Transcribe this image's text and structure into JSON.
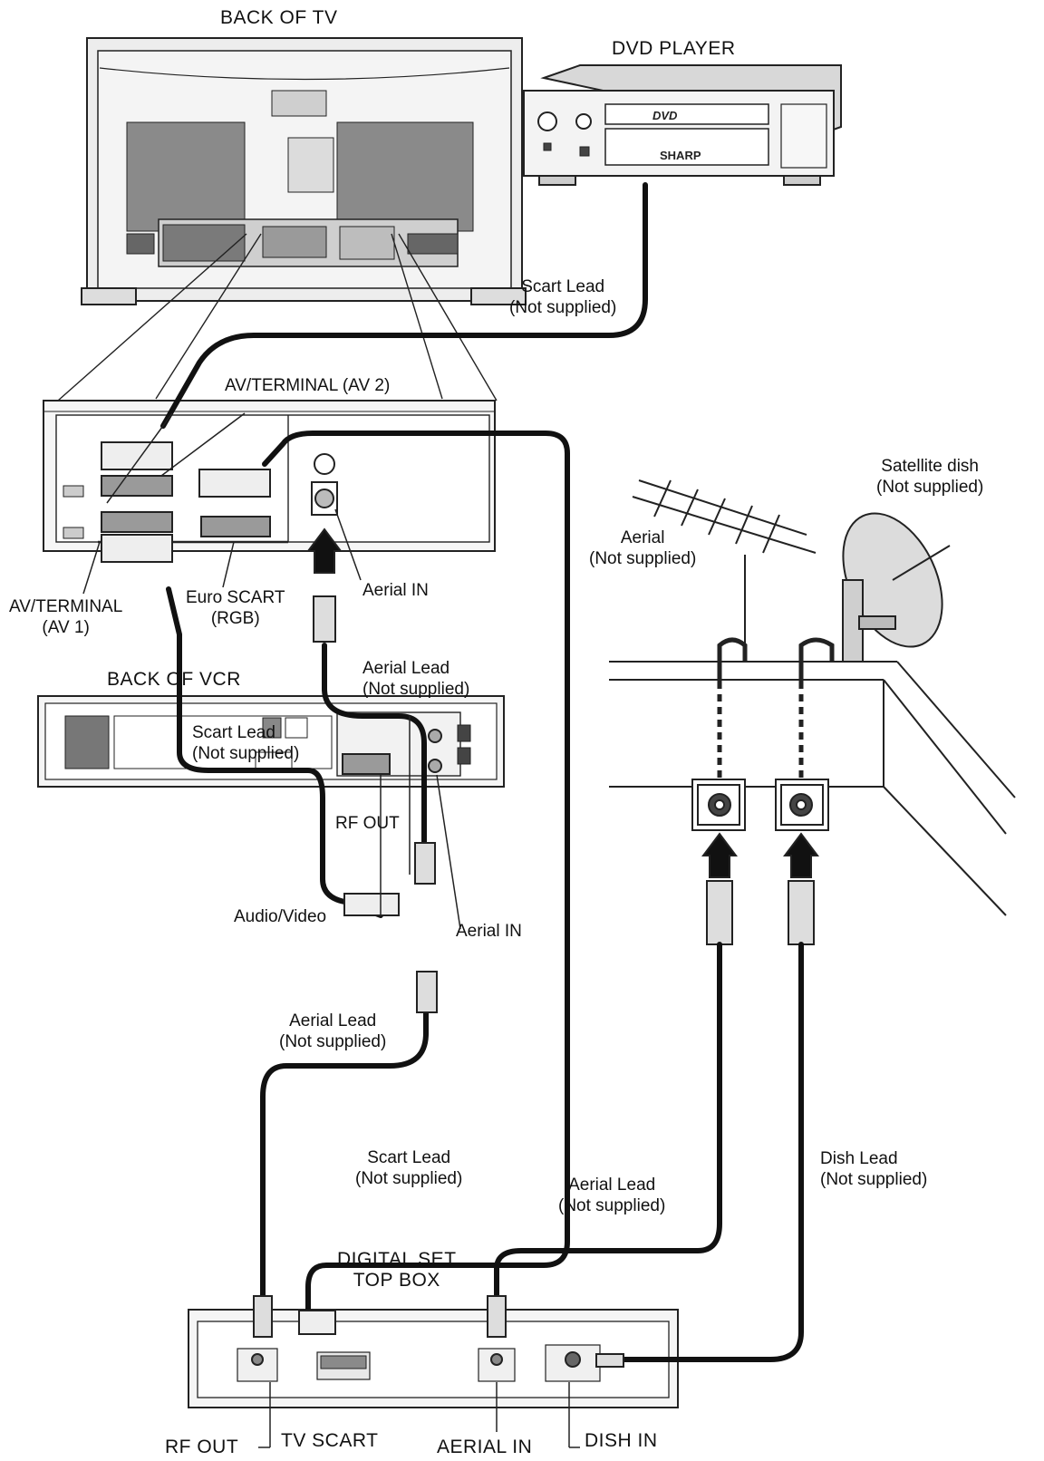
{
  "labels": {
    "back_of_tv": "BACK OF TV",
    "dvd_player": "DVD PLAYER",
    "dvd_logo": "DVD",
    "dvd_brand": "SHARP",
    "scart_lead_1": [
      "Scart Lead",
      "(Not supplied)"
    ],
    "av_terminal_av2": "AV/TERMINAL (AV 2)",
    "av_terminal_av1": [
      "AV/TERMINAL",
      "(AV 1)"
    ],
    "euro_scart": [
      "Euro SCART",
      "(RGB)"
    ],
    "aerial_in_tv": "Aerial IN",
    "aerial_lead_1": [
      "Aerial Lead",
      "(Not supplied)"
    ],
    "scart_lead_2": [
      "Scart Lead",
      "(Not supplied)"
    ],
    "satellite_dish": [
      "Satellite dish",
      "(Not supplied)"
    ],
    "aerial": [
      "Aerial",
      "(Not supplied)"
    ],
    "back_of_vcr": "BACK OF VCR",
    "rf_out_vcr": "RF OUT",
    "audio_video": "Audio/Video",
    "aerial_in_vcr": "Aerial IN",
    "aerial_lead_2": [
      "Aerial Lead",
      "(Not supplied)"
    ],
    "scart_lead_3": [
      "Scart Lead",
      "(Not supplied)"
    ],
    "aerial_lead_3": [
      "Aerial Lead",
      "(Not supplied)"
    ],
    "dish_lead": [
      "Dish Lead",
      "(Not supplied)"
    ],
    "digital_set_top_box": [
      "DIGITAL SET",
      "TOP BOX"
    ],
    "rf_out_stb": "RF OUT",
    "tv_scart": "TV SCART",
    "aerial_in_stb": "AERIAL IN",
    "dish_in": "DISH IN"
  }
}
